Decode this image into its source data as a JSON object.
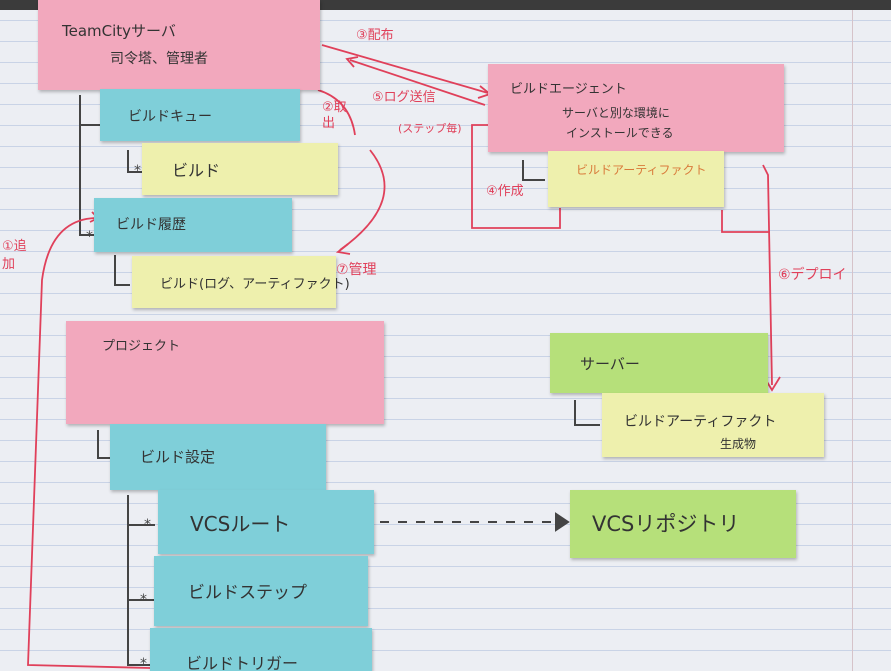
{
  "notes": {
    "teamcity_server": {
      "title": "TeamCityサーバ",
      "subtitle": "司令塔、管理者"
    },
    "build_queue": "ビルドキュー",
    "build_in_queue": "ビルド",
    "build_history": "ビルド履歴",
    "build_log_artifact": "ビルド(ログ、アーティファクト)",
    "project": "プロジェクト",
    "build_settings": "ビルド設定",
    "vcs_root": "VCSルート",
    "build_step": "ビルドステップ",
    "build_trigger": "ビルドトリガー",
    "build_agent": {
      "title": "ビルドエージェント",
      "line1": "サーバと別な環境に",
      "line2": "インストールできる"
    },
    "build_artifact_agent": "ビルドアーティファクト",
    "server": "サーバー",
    "build_artifact_server": {
      "title": "ビルドアーティファクト",
      "subtitle": "生成物"
    },
    "vcs_repository": "VCSリポジトリ"
  },
  "annotations": {
    "step1_add": "①追加",
    "step2_fetch": "②取出",
    "step3_distribute": "③配布",
    "step4_create": "④作成",
    "step5_log_send": "⑤ログ送信",
    "step5_note": "(ステップ毎)",
    "step6_deploy": "⑥デプロイ",
    "step7_manage": "⑦管理"
  },
  "markers": {
    "asterisk": "*"
  },
  "colors": {
    "pink": "#f2a8bd",
    "cyan": "#7fcfd9",
    "yellow": "#eef0ad",
    "green": "#b6e07a",
    "ink_red": "#e0405a",
    "ink_dark": "#333333"
  }
}
